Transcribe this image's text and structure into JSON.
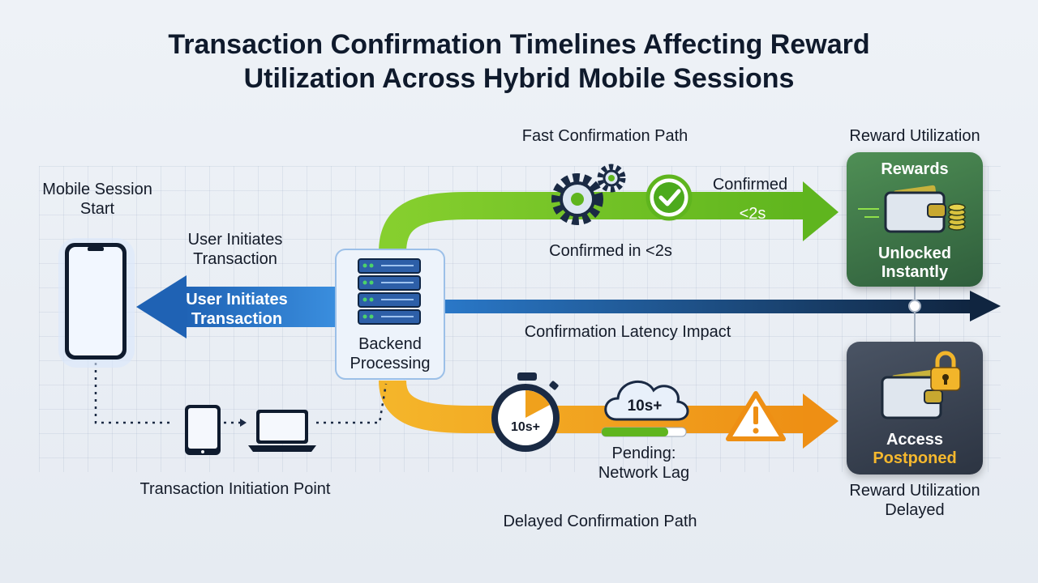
{
  "title": {
    "line1": "Transaction Confirmation Timelines Affecting Reward",
    "line2": "Utilization Across Hybrid Mobile Sessions"
  },
  "mobile_session": {
    "line1": "Mobile Session",
    "line2": "Start"
  },
  "user_initiates_label": {
    "line1": "User Initiates",
    "line2": "Transaction"
  },
  "user_initiates_arrow": {
    "line1": "User Initiates",
    "line2": "Transaction"
  },
  "backend": {
    "line1": "Backend",
    "line2": "Processing"
  },
  "transaction_initiation_point": "Transaction Initiation Point",
  "fast_path": {
    "title": "Fast Confirmation Path",
    "confirmed": "Confirmed",
    "time": "<2s",
    "caption": "Confirmed in <2s"
  },
  "latency_impact": "Confirmation Latency Impact",
  "delayed_path": {
    "title": "Delayed Confirmation Path",
    "timer_label": "10s+",
    "cloud_label": "10s+",
    "pending_line1": "Pending:",
    "pending_line2": "Network Lag"
  },
  "reward_utilization": "Reward Utilization",
  "rewards_card": {
    "heading": "Rewards",
    "line1": "Unlocked",
    "line2": "Instantly"
  },
  "postponed_card": {
    "line1": "Access",
    "line2": "Postponed"
  },
  "reward_delayed": {
    "line1": "Reward Utilization",
    "line2": "Delayed"
  },
  "colors": {
    "fast_green": "#6cc024",
    "delay_orange": "#f0a11c",
    "blue": "#2f7fd0",
    "navy": "#142a4a",
    "reward_card": "#3f7a4a",
    "postponed_card": "#3f4a5a",
    "postponed_text": "#f5b82e"
  },
  "icons": [
    "smartphone-icon",
    "tablet-icon",
    "laptop-icon",
    "server-icon",
    "gear-icon",
    "check-icon",
    "stopwatch-icon",
    "cloud-icon",
    "warning-icon",
    "wallet-icon",
    "coins-icon",
    "lock-icon"
  ]
}
